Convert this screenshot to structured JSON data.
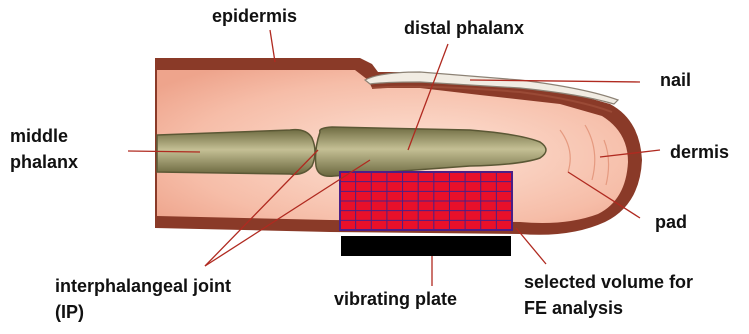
{
  "labels": {
    "epidermis": "epidermis",
    "distal_phalanx": "distal phalanx",
    "nail": "nail",
    "middle_phalanx_line1": "middle",
    "middle_phalanx_line2": "phalanx",
    "dermis": "dermis",
    "pad": "pad",
    "ip_joint_line1": "interphalangeal joint",
    "ip_joint_line2": "(IP)",
    "vibrating_plate": "vibrating plate",
    "fe_volume_line1": "selected volume for",
    "fe_volume_line2": "FE analysis"
  },
  "colors": {
    "epidermis": "#8a3a28",
    "dermis": "#f4b39e",
    "dermis_inner": "#fcd8c8",
    "bone": "#8d8a5a",
    "bone_highlight": "#c9c49a",
    "nail": "#efe9e0",
    "mesh_fill": "#e8102a",
    "mesh_lines": "#4b1f86",
    "plate": "#000000",
    "leader": "#b02a20"
  },
  "mesh": {
    "rows": 6,
    "cols": 11
  }
}
